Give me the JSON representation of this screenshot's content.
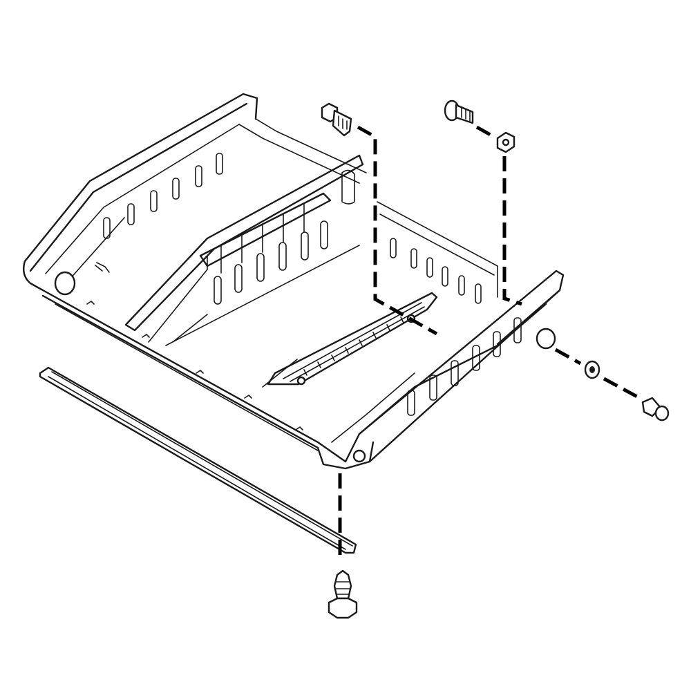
{
  "diagram": {
    "parts": [
      {
        "id": "crisper-drawer-frame",
        "icon": "drawer-frame"
      },
      {
        "id": "divider-rail",
        "icon": "rail"
      },
      {
        "id": "center-slide",
        "icon": "slide"
      },
      {
        "id": "bottom-track",
        "icon": "track"
      },
      {
        "id": "screw-top-left",
        "icon": "screw"
      },
      {
        "id": "bolt-top-right",
        "icon": "bolt"
      },
      {
        "id": "nut",
        "icon": "nut"
      },
      {
        "id": "washer",
        "icon": "washer"
      },
      {
        "id": "roller-pin",
        "icon": "pin"
      },
      {
        "id": "screw-bottom",
        "icon": "screw"
      }
    ],
    "colors": {
      "line": "#1a1a1a",
      "background": "#ffffff"
    }
  }
}
